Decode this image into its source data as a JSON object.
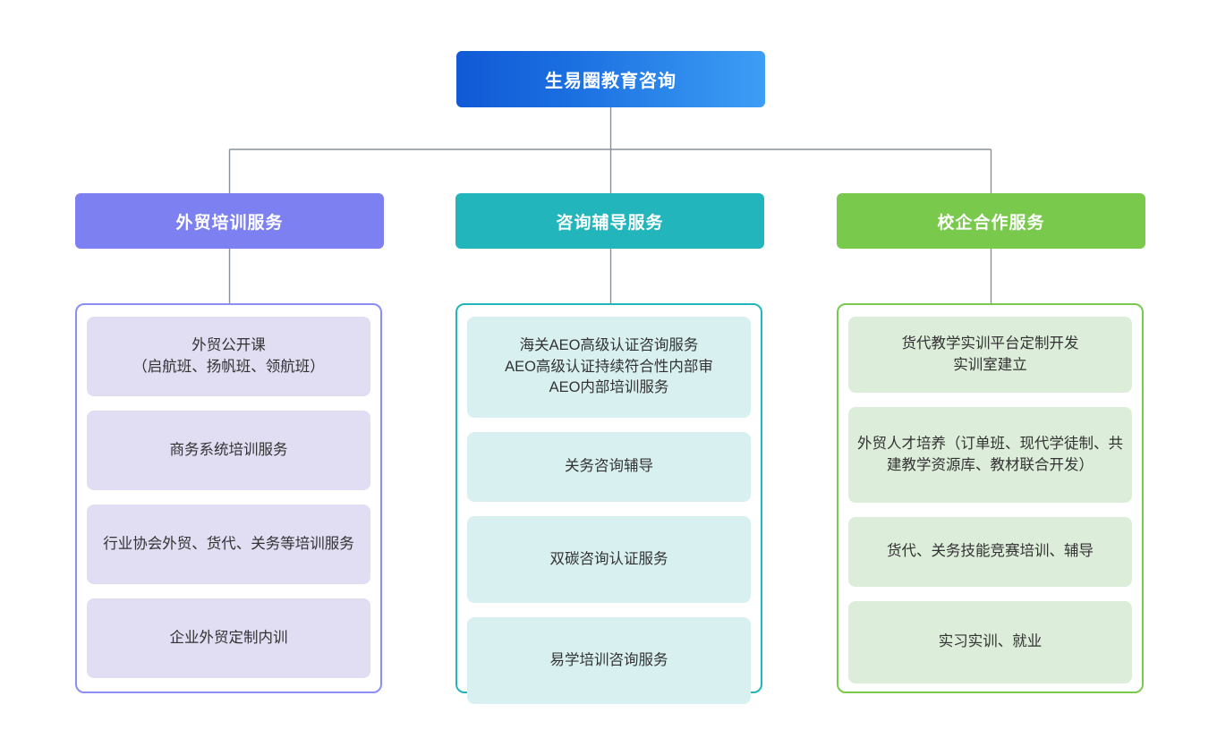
{
  "diagram": {
    "title_node": {
      "label": "生易圈教育咨询",
      "color": "#1159d6",
      "color_end": "#3d9ef5"
    },
    "connector_color": "#8a9099",
    "branches": [
      {
        "header": "外贸培训服务",
        "header_color": "#7c80f0",
        "panel_border_color": "#8b8ef5",
        "item_color": "#e1ddf2",
        "items": [
          "外贸公开课\n（启航班、扬帆班、领航班）",
          "商务系统培训服务",
          "行业协会外贸、货代、关务等培训服务",
          "企业外贸定制内训"
        ]
      },
      {
        "header": "咨询辅导服务",
        "header_color": "#22b5bb",
        "panel_border_color": "#22b5bb",
        "item_color": "#d9f0f1",
        "items": [
          "海关AEO高级认证咨询服务\nAEO高级认证持续符合性内部审\nAEO内部培训服务",
          "关务咨询辅导",
          "双碳咨询认证服务",
          "易学培训咨询服务"
        ]
      },
      {
        "header": "校企合作服务",
        "header_color": "#79ca4c",
        "panel_border_color": "#79ca4c",
        "item_color": "#dcedda",
        "items": [
          "货代教学实训平台定制开发\n实训室建立",
          "外贸人才培养（订单班、现代学徒制、共建教学资源库、教材联合开发）",
          "货代、关务技能竞赛培训、辅导",
          "实习实训、就业"
        ]
      }
    ]
  }
}
